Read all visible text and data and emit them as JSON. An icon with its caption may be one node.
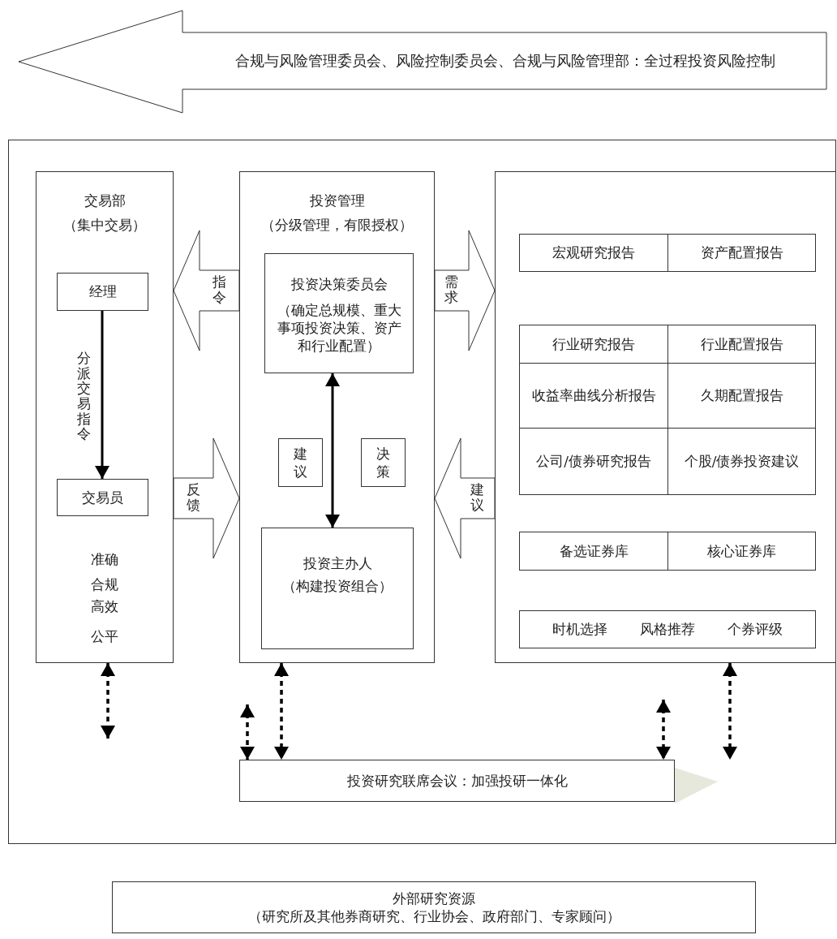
{
  "diagram": {
    "nodes": [
      {
        "text": [
          "合规与风险管理委员会、风险控制委员会、合规与风险管理部：全过程投资风险控制"
        ]
      },
      {
        "text": [],
        "shape": "box"
      },
      {
        "text": [
          "交易部",
          "（集中交易）",
          "准确",
          "合规",
          "高效",
          "公平"
        ],
        "in": 1
      },
      {
        "text": [
          "经理"
        ],
        "in": 2
      },
      {
        "text": [
          "交易员"
        ],
        "in": 2
      },
      {
        "text": [
          "投资管理",
          "（分级管理，有限授权）"
        ],
        "in": 1
      },
      {
        "text": [
          "投资决策委员会",
          "（确定总规模、重大事项投资决策、资产和行业配置）"
        ],
        "in": 5
      },
      {
        "text": [
          "建议"
        ],
        "in": 5
      },
      {
        "text": [
          "决策"
        ],
        "in": 5
      },
      {
        "text": [
          "投资主办人",
          "（构建投资组合）"
        ],
        "in": 5
      },
      {
        "text": [],
        "shape": "box",
        "in": 1
      },
      {
        "text": [
          "宏观研究报告"
        ],
        "in": 10
      },
      {
        "text": [
          "资产配置报告"
        ],
        "in": 10
      },
      {
        "text": [
          "行业研究报告"
        ],
        "in": 10
      },
      {
        "text": [
          "行业配置报告"
        ],
        "in": 10
      },
      {
        "text": [
          "收益率曲线分析报告"
        ],
        "in": 10
      },
      {
        "text": [
          "久期配置报告"
        ],
        "in": 10
      },
      {
        "text": [
          "公司/债券研究报告"
        ],
        "in": 10
      },
      {
        "text": [
          "个股/债券投资建议"
        ],
        "in": 10
      },
      {
        "text": [
          "备选证券库"
        ],
        "in": 10
      },
      {
        "text": [
          "核心证券库"
        ],
        "in": 10
      },
      {
        "text": [
          "时机选择",
          "风格推荐",
          "个券评级"
        ],
        "in": 10
      },
      {
        "text": [
          "投资研究联席会议：加强投研一体化"
        ],
        "in": 1
      },
      {
        "text": [
          "外部研究资源",
          "（研究所及其他券商研究、行业协会、政府部门、专家顾问）"
        ]
      }
    ],
    "edges": [
      {
        "from": 5,
        "to": 2,
        "arrow": "to",
        "label": "指令"
      },
      {
        "from": 5,
        "to": 10,
        "arrow": "to",
        "label": "需求"
      },
      {
        "from": 3,
        "to": 4,
        "arrow": "to",
        "label": "分派交易指令"
      },
      {
        "from": 6,
        "to": 9,
        "arrow": "both"
      },
      {
        "from": 2,
        "to": 5,
        "arrow": "to",
        "label": "反馈"
      },
      {
        "from": 10,
        "to": 5,
        "arrow": "to",
        "label": "建议"
      },
      {
        "from": 2,
        "to": null,
        "arrow": "both",
        "style": "dashed"
      },
      {
        "from": null,
        "to": 22,
        "arrow": "both",
        "style": "dashed"
      },
      {
        "from": 5,
        "to": 22,
        "arrow": "both",
        "style": "dashed"
      },
      {
        "from": null,
        "to": 22,
        "arrow": "both",
        "style": "dashed"
      },
      {
        "from": 10,
        "to": 22,
        "arrow": "both",
        "style": "dashed"
      }
    ]
  }
}
